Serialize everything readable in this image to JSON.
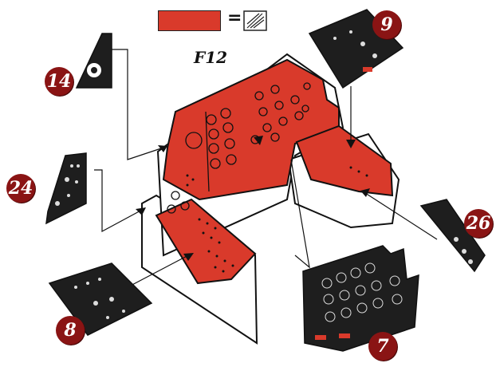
{
  "legend": {
    "equals": "=",
    "paint_color": "#d93a2b",
    "decal_icon": "decal-icon"
  },
  "title": "F12",
  "callouts": [
    {
      "number": "14",
      "part": "small-panel"
    },
    {
      "number": "24",
      "part": "left-console-panel"
    },
    {
      "number": "8",
      "part": "left-console-lower-panel"
    },
    {
      "number": "9",
      "part": "right-console-panel"
    },
    {
      "number": "26",
      "part": "side-strip-panel"
    },
    {
      "number": "7",
      "part": "main-instrument-panel"
    }
  ],
  "colors": {
    "paint_red": "#d93a2b",
    "badge": "#8a1414",
    "panel_dark": "#1e1e1e"
  }
}
